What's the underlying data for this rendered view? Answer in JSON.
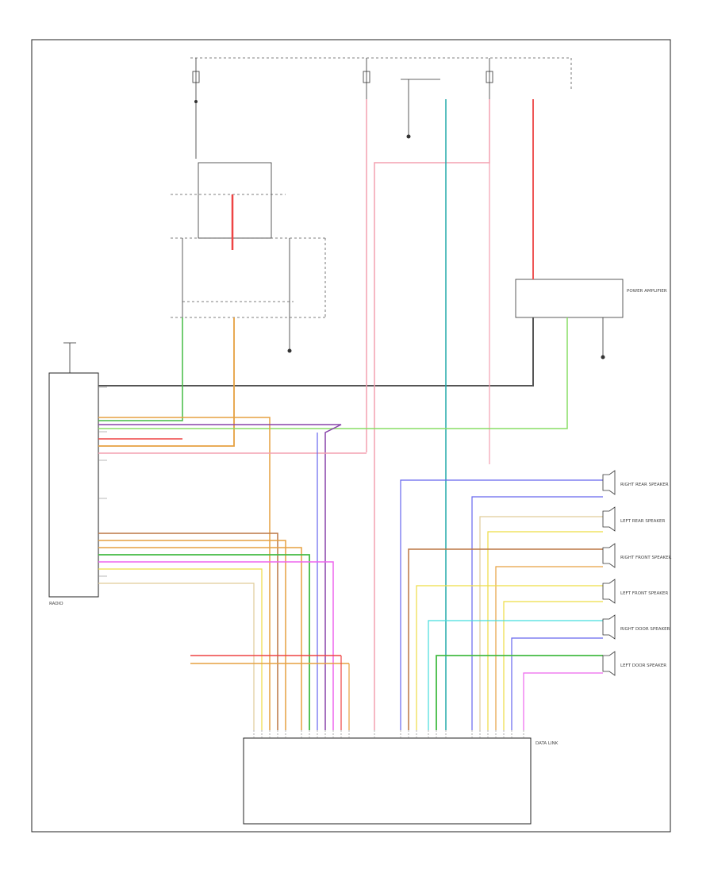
{
  "diagram": {
    "corner_label": "",
    "modules": {
      "radio": {
        "label": "RADIO"
      },
      "power_amp": {
        "label": "POWER AMPLIFIER"
      },
      "data_link": {
        "label": "DATA LINK"
      }
    },
    "left_inputs": [
      {
        "label": "",
        "wire": ""
      },
      {
        "label": "",
        "wire": ""
      },
      {
        "label": "",
        "wire": ""
      },
      {
        "label": "",
        "wire": ""
      },
      {
        "label": "",
        "wire": ""
      },
      {
        "label": "",
        "wire": ""
      },
      {
        "label": "",
        "wire": ""
      }
    ],
    "speakers": [
      {
        "label": "RIGHT REAR SPEAKER"
      },
      {
        "label": "LEFT REAR SPEAKER"
      },
      {
        "label": "RIGHT FRONT SPEAKER"
      },
      {
        "label": "LEFT FRONT SPEAKER"
      },
      {
        "label": "RIGHT DOOR SPEAKER"
      },
      {
        "label": "LEFT DOOR SPEAKER"
      }
    ],
    "colors": {
      "pink": "#f4a0b0",
      "red": "#ee4444",
      "teal": "#22aaaa",
      "orange": "#e6a040",
      "green": "#44bb44",
      "purple": "#8844aa",
      "blue": "#6666ee",
      "tan": "#e0cc99",
      "yellow": "#eedd44",
      "brown": "#bb7744",
      "gray": "#555555",
      "magenta": "#ee66ee",
      "lightgreen": "#88dd66",
      "cyan": "#44dddd"
    }
  }
}
